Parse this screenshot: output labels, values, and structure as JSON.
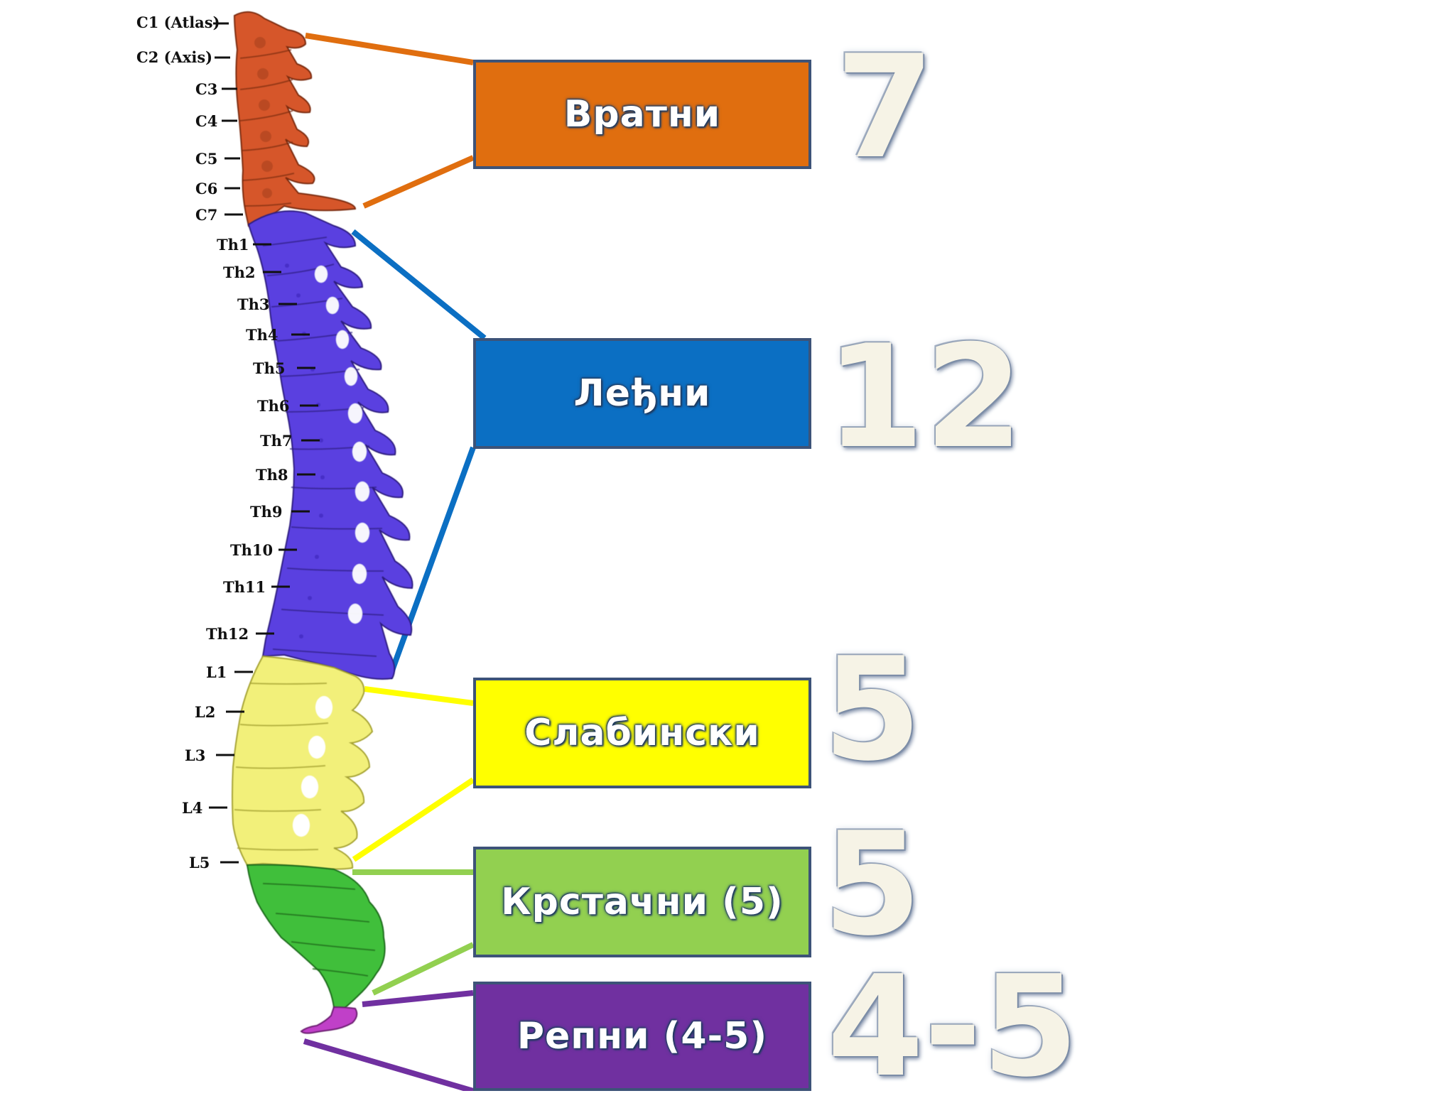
{
  "colors": {
    "cervical": "#e06e0f",
    "thoracic": "#0b6fc3",
    "lumbar": "#ffff00",
    "sacral": "#92d050",
    "coccygeal": "#7030a0"
  },
  "vertebra_labels": {
    "c1": "C1 (Atlas)",
    "c2": "C2 (Axis)",
    "c3": "C3",
    "c4": "C4",
    "c5": "C5",
    "c6": "C6",
    "c7": "C7",
    "th1": "Th1",
    "th2": "Th2",
    "th3": "Th3",
    "th4": "Th4",
    "th5": "Th5",
    "th6": "Th6",
    "th7": "Th7",
    "th8": "Th8",
    "th9": "Th9",
    "th10": "Th10",
    "th11": "Th11",
    "th12": "Th12",
    "l1": "L1",
    "l2": "L2",
    "l3": "L3",
    "l4": "L4",
    "l5": "L5"
  },
  "regions": {
    "cervical": {
      "label": "Вратни",
      "count": "7"
    },
    "thoracic": {
      "label": "Леђни",
      "count": "12"
    },
    "lumbar": {
      "label": "Слабински",
      "count": "5"
    },
    "sacral": {
      "label": "Крстачни (5)",
      "count": "5"
    },
    "coccygeal": {
      "label": "Репни (4-5)",
      "count": "4-5"
    }
  }
}
